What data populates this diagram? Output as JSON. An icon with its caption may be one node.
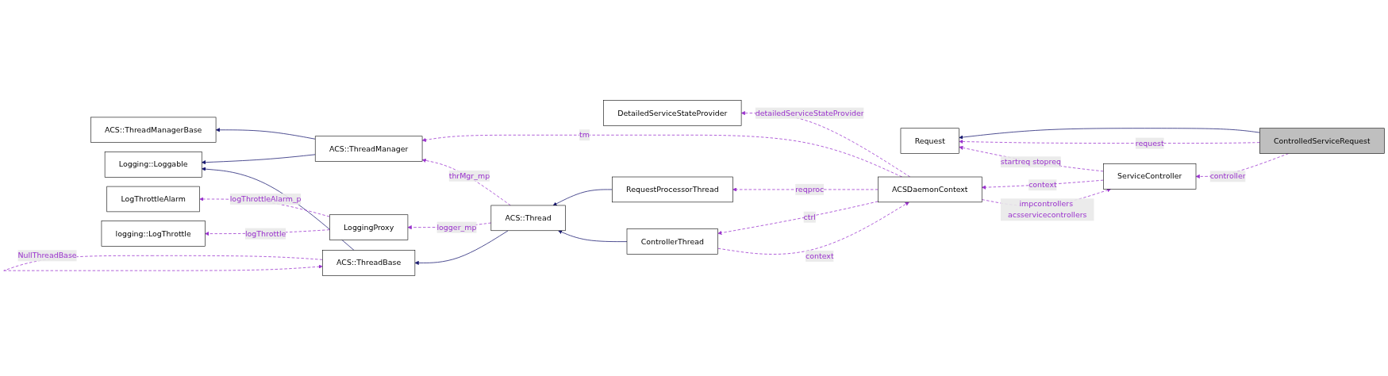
{
  "diagram": {
    "nodes": [
      {
        "text": [
          "Request"
        ]
      },
      {
        "text": [
          "ControlledServiceRequest"
        ]
      },
      {
        "text": [
          "ServiceController"
        ]
      },
      {
        "text": [
          "DetailedServiceStateProvider"
        ]
      },
      {
        "text": [
          "ACS::ThreadManagerBase"
        ]
      },
      {
        "text": [
          "ACS::ThreadManager"
        ]
      },
      {
        "text": [
          "ACSDaemonContext"
        ]
      },
      {
        "text": [
          "ControllerThread"
        ]
      },
      {
        "text": [
          "RequestProcessorThread"
        ]
      },
      {
        "text": [
          "Logging::Loggable"
        ]
      },
      {
        "text": [
          "ACS::ThreadBase"
        ]
      },
      {
        "text": [
          "ACS::Thread"
        ]
      },
      {
        "text": [
          "LogThrottleAlarm"
        ]
      },
      {
        "text": [
          "LoggingProxy"
        ]
      },
      {
        "text": [
          "logging::LogThrottle"
        ]
      }
    ],
    "edges": [
      {
        "from": 1,
        "to": 0,
        "arrow": "to",
        "color": "#191970"
      },
      {
        "from": 1,
        "to": 0,
        "arrow": "to",
        "label": "request",
        "style": "dashed"
      },
      {
        "from": 2,
        "to": 0,
        "arrow": "to",
        "label": "startreq stopreq",
        "style": "dashed"
      },
      {
        "from": 1,
        "to": 2,
        "arrow": "to",
        "label": "controller",
        "style": "dashed"
      },
      {
        "from": 2,
        "to": 6,
        "arrow": "to",
        "label": "context",
        "style": "dashed"
      },
      {
        "from": 6,
        "to": 2,
        "arrow": "to",
        "label": "impcontrollers acsservicecontrollers",
        "style": "dashed"
      },
      {
        "from": 6,
        "to": 3,
        "arrow": "to",
        "label": "detailedServiceStateProvider",
        "style": "dashed"
      },
      {
        "from": 6,
        "to": 5,
        "arrow": "to",
        "label": "tm",
        "style": "dashed"
      },
      {
        "from": 6,
        "to": 7,
        "arrow": "to",
        "label": "ctrl",
        "style": "dashed"
      },
      {
        "from": 7,
        "to": 6,
        "arrow": "to",
        "label": "context",
        "style": "dashed"
      },
      {
        "from": 6,
        "to": 8,
        "arrow": "to",
        "label": "reqproc",
        "style": "dashed"
      },
      {
        "from": 5,
        "to": 4,
        "arrow": "to",
        "color": "#191970"
      },
      {
        "from": 5,
        "to": 9,
        "arrow": "to",
        "color": "#191970"
      },
      {
        "from": 10,
        "to": 9,
        "arrow": "to",
        "color": "#191970"
      },
      {
        "from": 10,
        "to": 10,
        "arrow": "to",
        "label": "NullThreadBase",
        "style": "dashed"
      },
      {
        "from": 11,
        "to": 10,
        "arrow": "to",
        "color": "#191970"
      },
      {
        "from": 11,
        "to": 5,
        "arrow": "to",
        "label": "thrMgr_mp",
        "style": "dashed"
      },
      {
        "from": 8,
        "to": 11,
        "arrow": "to",
        "color": "#191970"
      },
      {
        "from": 7,
        "to": 11,
        "arrow": "to",
        "color": "#191970"
      },
      {
        "from": 11,
        "to": 13,
        "arrow": "to",
        "label": "logger_mp",
        "style": "dashed"
      },
      {
        "from": 13,
        "to": 12,
        "arrow": "to",
        "label": "logThrottleAlarm_p",
        "style": "dashed"
      },
      {
        "from": 13,
        "to": 14,
        "arrow": "to",
        "label": "logThrottle",
        "style": "dashed"
      }
    ]
  }
}
